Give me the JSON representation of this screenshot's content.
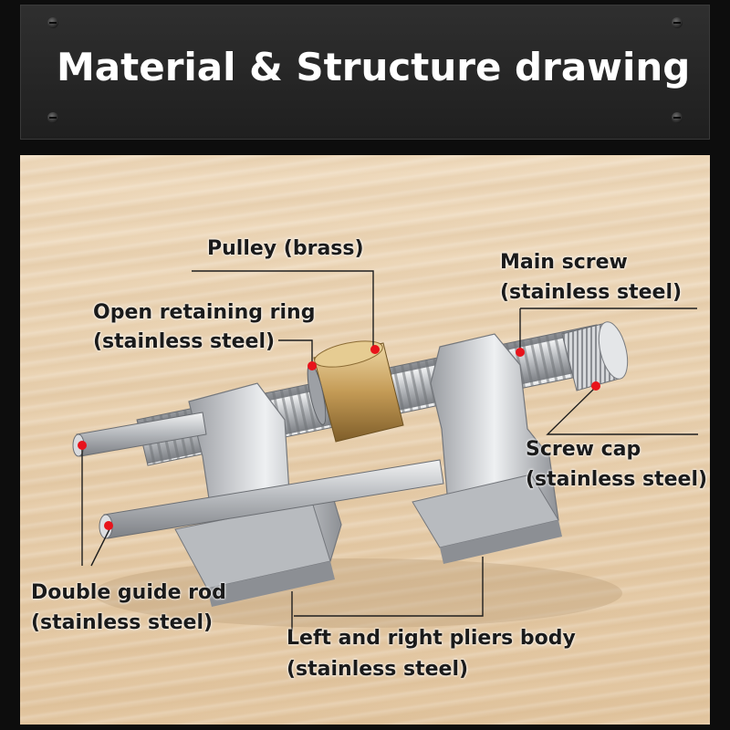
{
  "title": "Material & Structure drawing",
  "labels": {
    "pulley": "Pulley (brass)",
    "main_screw_1": "Main screw",
    "main_screw_2": "(stainless steel)",
    "ring_1": "Open retaining ring",
    "ring_2": "(stainless steel)",
    "cap_1": "Screw cap",
    "cap_2": "(stainless steel)",
    "rod_1": "Double guide rod",
    "rod_2": "(stainless steel)",
    "body_1": "Left and right pliers body",
    "body_2": "(stainless steel)"
  },
  "colors": {
    "marker": "#e8131b",
    "brass": "#c9a366",
    "steel": "#c7c9cc",
    "banner": "#2a2a2a"
  }
}
